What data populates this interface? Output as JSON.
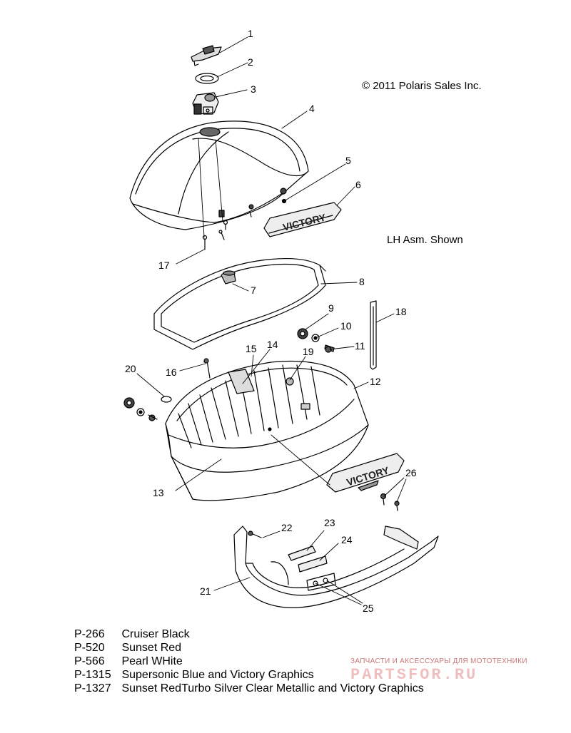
{
  "copyright": "© 2011 Polaris Sales Inc.",
  "assembly_note": "LH Asm. Shown",
  "callouts": [
    "1",
    "2",
    "3",
    "4",
    "5",
    "6",
    "7",
    "8",
    "9",
    "10",
    "11",
    "12",
    "13",
    "14",
    "15",
    "16",
    "17",
    "18",
    "19",
    "20",
    "21",
    "22",
    "23",
    "24",
    "25",
    "26"
  ],
  "emblem_text": "VICTORY",
  "legend": [
    {
      "code": "P-266",
      "name": "Cruiser Black"
    },
    {
      "code": "P-520",
      "name": "Sunset Red"
    },
    {
      "code": "P-566",
      "name": "Pearl WHite"
    },
    {
      "code": "P-1315",
      "name": "Supersonic Blue and Victory Graphics"
    },
    {
      "code": "P-1327",
      "name": "Sunset RedTurbo Silver Clear Metallic and Victory Graphics"
    }
  ],
  "watermark": {
    "tagline": "ЗАПЧАСТИ И АКСЕССУАРЫ ДЛЯ МОТОТЕХНИКИ",
    "logo": "PARTSFOR.RU"
  }
}
